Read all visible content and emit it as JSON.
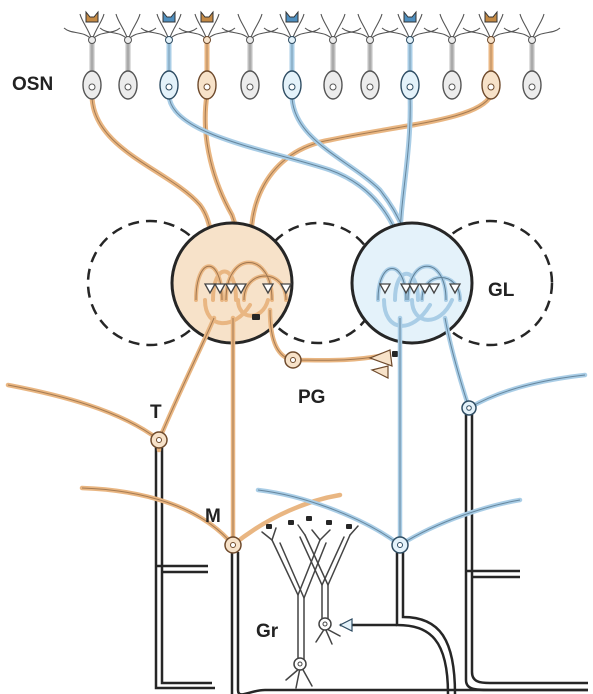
{
  "colors": {
    "orange": "#e9b682",
    "orange_fill": "#f7e2c9",
    "blue": "#a9cde6",
    "blue_fill": "#e4f2fa",
    "gray": "#bfbfbf",
    "dark": "#262626",
    "background": "#ffffff"
  },
  "labels": {
    "osn": "OSN",
    "gl": "GL",
    "pg": "PG",
    "t": "T",
    "m": "M",
    "gr": "Gr"
  },
  "osn_row": [
    "gray",
    "gray",
    "blue",
    "orange",
    "gray",
    "blue",
    "gray",
    "gray",
    "blue",
    "gray",
    "orange",
    "gray"
  ]
}
